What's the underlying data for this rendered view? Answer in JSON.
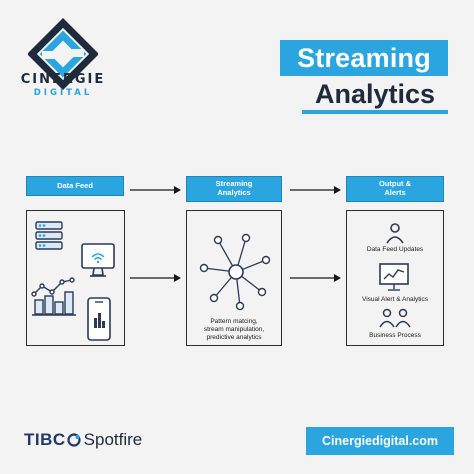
{
  "brand": {
    "name": "CINERGIE",
    "sub": "DIGITAL",
    "accent": "#2aa5df",
    "dark": "#1f2a3a"
  },
  "title": {
    "line1": "Streaming",
    "line2": "Analytics"
  },
  "columns": [
    {
      "header": "Data Feed"
    },
    {
      "header": "Streaming\nAnalytics",
      "caption": "Pattern matcing,\nstream manipulation,\npredictive analytics"
    },
    {
      "header": "Output &\nAlerts",
      "items": [
        "Data Feed Updates",
        "Visual Alert & Analytics",
        "Business Process"
      ]
    }
  ],
  "footer": {
    "partner_bold": "TIBC",
    "partner_light": "Spotfire",
    "url": "Cinergiedigital.com"
  },
  "icons": {
    "logo": "cinergie-logo-icon",
    "servers": "server-stack-icon",
    "monitor": "monitor-wifi-icon",
    "bar_chart": "bar-chart-icon",
    "phone": "phone-chart-icon",
    "network": "network-node-icon",
    "alert_board": "presentation-chart-icon",
    "people": "people-icon"
  }
}
